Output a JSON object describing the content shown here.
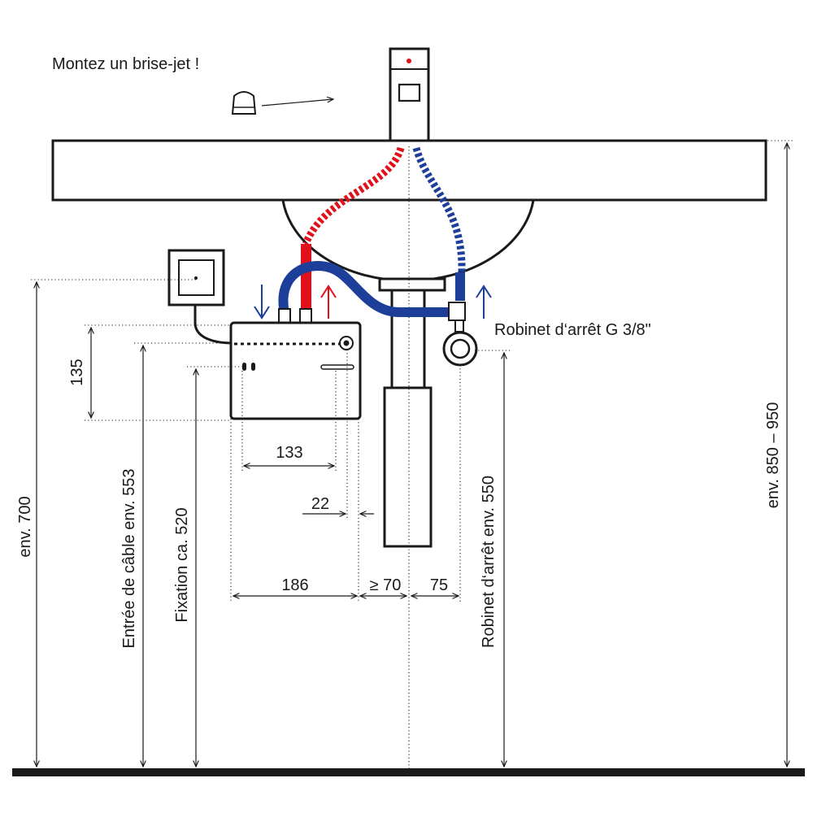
{
  "labels": {
    "brise_jet_note": "Montez un brise-jet !",
    "shutoff_valve": "Robinet d‘arrêt G 3/8\"",
    "height_total": "env. 850 – 950",
    "height_700": "env. 700",
    "cable_entry": "Entrée de câble env. 553",
    "fixation": "Fixation ca. 520",
    "shutoff_height": "Robinet d‘arrêt env. 550",
    "dim_135": "135",
    "dim_133": "133",
    "dim_22": "22",
    "dim_186": "186",
    "dim_70": "≥ 70",
    "dim_75": "75"
  },
  "colors": {
    "hot": "#e1111b",
    "cold": "#1d3f9a",
    "ink": "#1a1a1a"
  }
}
